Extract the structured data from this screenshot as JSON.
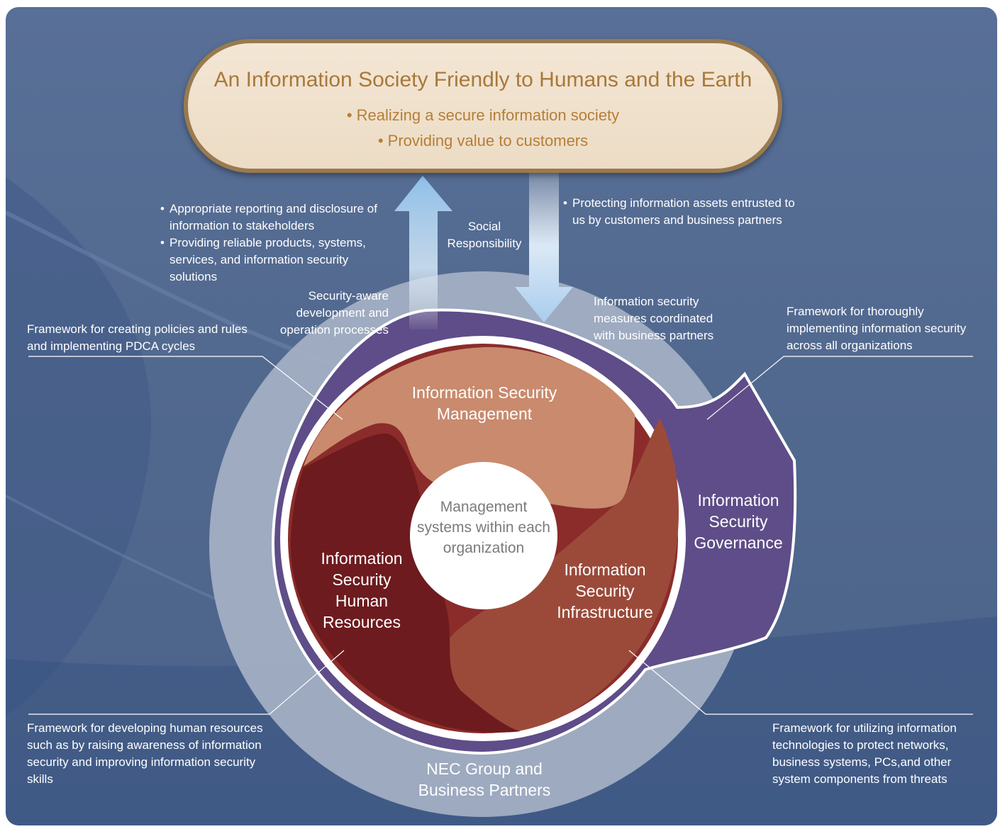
{
  "banner": {
    "title": "An Information Society Friendly to Humans and the Earth",
    "bullets": [
      "Realizing a secure information society",
      "Providing value to customers"
    ]
  },
  "arrows": {
    "label": "Social\nResponsibility",
    "left_bullets": [
      "Appropriate reporting and disclosure of information to stakeholders",
      "Providing reliable products, systems, services, and information security solutions"
    ],
    "right_bullet": "Protecting information assets entrusted to us by customers and business partners"
  },
  "ring_notes": {
    "left": "Security-aware development and operation processes",
    "right": "Information security measures coordinated with business partners"
  },
  "segments": {
    "management": "Information Security Management",
    "human_resources": "Information Security Human Resources",
    "infrastructure": "Information Security Infrastructure",
    "governance": "Information Security Governance"
  },
  "center": "Management systems within each organization",
  "outer_label": "NEC Group and Business Partners",
  "callouts": {
    "top_left": "Framework for creating policies and rules and implementing PDCA cycles",
    "top_right": "Framework for thoroughly implementing information security across all organizations",
    "bottom_left": "Framework for developing human resources such as by raising awareness of information security and improving information security skills",
    "bottom_right": "Framework for utilizing information technologies to protect networks, business systems, PCs,and other system components from threats"
  },
  "colors": {
    "background": "#566d95",
    "banner_fill": "#f0e2cf",
    "banner_border": "#9a7a4e",
    "banner_text": "#b17b38",
    "outer_circle": "#a5b1c4",
    "governance": "#5e4d88",
    "management": "#c98a6d",
    "human_resources": "#6d1b1e",
    "infrastructure": "#9b4a3a",
    "center_fill": "#ffffff",
    "arrow": "#b7d5ee"
  }
}
